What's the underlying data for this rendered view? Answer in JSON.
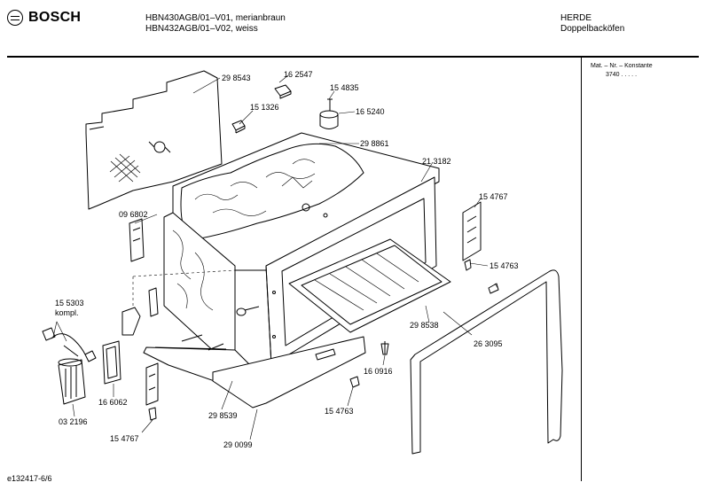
{
  "header": {
    "brand": "BOSCH",
    "model_line1": "HBN430AGB/01–V01, merianbraun",
    "model_line2": "HBN432AGB/01–V02, weiss",
    "category": "HERDE",
    "subcategory": "Doppelbacköfen"
  },
  "sidebar": {
    "constant_label": "Mat. – Nr. – Konstante",
    "constant_value": "3740  .  .  .  .  ."
  },
  "parts": {
    "p298543": "29 8543",
    "p162547": "16 2547",
    "p154835": "15 4835",
    "p151326": "15 1326",
    "p165240": "16 5240",
    "p298861": "29 8861",
    "p213182": "21 3182",
    "p096802": "09 6802",
    "p154767a": "15 4767",
    "p154763a": "15 4763",
    "p155303": "15 5303",
    "kompl": "kompl.",
    "p298538": "29 8538",
    "p263095": "26 3095",
    "p160916": "16 0916",
    "p166062": "16 6062",
    "p032196": "03 2196",
    "p154763b": "15 4763",
    "p298539": "29 8539",
    "p154767b": "15 4767",
    "p290099": "29 0099"
  },
  "footer": {
    "doc_id": "e132417-6/6"
  }
}
